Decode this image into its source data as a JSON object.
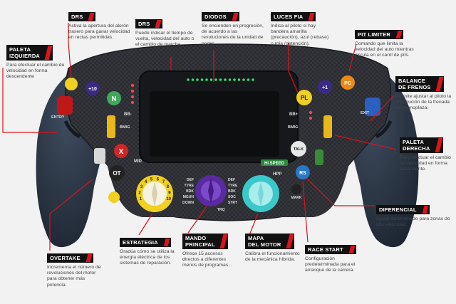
{
  "labels": {
    "drs_top": {
      "title": "DRS",
      "text": "Activa la apertura del alerón trasero para ganar velocidad en rectas permitidas."
    },
    "drs_mid": {
      "title": "DRS",
      "text": "Puede indicar el tiempo de vuelta, velocidad del auto o el cambio de marcha."
    },
    "diodos": {
      "title": "DIODOS",
      "text": "Se encienden en progresión, de acuerdo a las revoluciones de la unidad de poder."
    },
    "luces_fia": {
      "title": "LUCES FIA",
      "text": "Indica al piloto si hay bandera amarilla (precaución), azul (rebase) o roja (detención)."
    },
    "pit_limiter": {
      "title": "PIT LIMITER",
      "text": "Comando que limita la velocidad del auto mientras circula en el carril de pits."
    },
    "paleta_izq": {
      "title": "PALETA\nIZQUIERDA",
      "text": "Para efectuar el cambio de velocidad en forma descendente"
    },
    "balance": {
      "title": "BALANCE\nDE FRENOS",
      "text": "Permite ajustar al piloto la distribución de la frenada del monoplaza."
    },
    "paleta_der": {
      "title": "PALETA\nDERECHA",
      "text": "Para efectuar el cambio de velocidad en forma ascendente."
    },
    "diferencial": {
      "title": "DIFERENCIAL",
      "text": "Ajuste determinado para zonas de alta velocidad."
    },
    "overtake": {
      "title": "OVERTAKE",
      "text": "Incrementa el número de revoluciones del motor para obtener más potencia."
    },
    "estrategia": {
      "title": "ESTRATEGIA",
      "text": "Gradúa cómo se utiliza la energía eléctrica de los sistemas de reparación."
    },
    "mando": {
      "title": "MANDO\nPRINCIPAL",
      "text": "Ofrece 15 accesos directos a diferentes menús de programas."
    },
    "mapa": {
      "title": "MAPA\nDEL MOTOR",
      "text": "Calibra el funcionamiento de la mecánica híbrida."
    },
    "race_start": {
      "title": "RACE START",
      "text": "Configuración predeterminada para el arranque de la carrera."
    }
  },
  "wheel": {
    "buttons": {
      "n": "N",
      "plus10": "+10",
      "pl": "PL",
      "plus1": "+1",
      "pc": "PC",
      "x": "X",
      "talk": "TALK",
      "ot": "OT",
      "rs": "RS",
      "bb_minus": "BB-",
      "bb_plus": "BB+",
      "bmig_l": "BMIG",
      "bmig_r": "BMIG",
      "entry": "ENTRY",
      "exit": "EXIT",
      "mid": "MID",
      "mark": "MARK",
      "hi_speed": "HI SPEED",
      "hpp": "HPP"
    },
    "strat_numbers": [
      "1",
      "2",
      "3",
      "4",
      "5",
      "6",
      "7",
      "8",
      "9",
      "10"
    ],
    "mando_left": [
      "DEF",
      "TYRE",
      "BRK",
      "MGUH",
      "DOWN"
    ],
    "mando_right": [
      "DEF",
      "TYRE",
      "BRK",
      "SOC",
      "STRT"
    ],
    "mando_bottom": "TRQ",
    "colors": {
      "accent": "#d8141c",
      "carbon": "#2a2a2e",
      "grip": "#2e3a4a",
      "led": "#2ee070",
      "yellow": "#f0d020",
      "purple": "#5a2aa0",
      "cyan": "#3ac8c8"
    }
  }
}
